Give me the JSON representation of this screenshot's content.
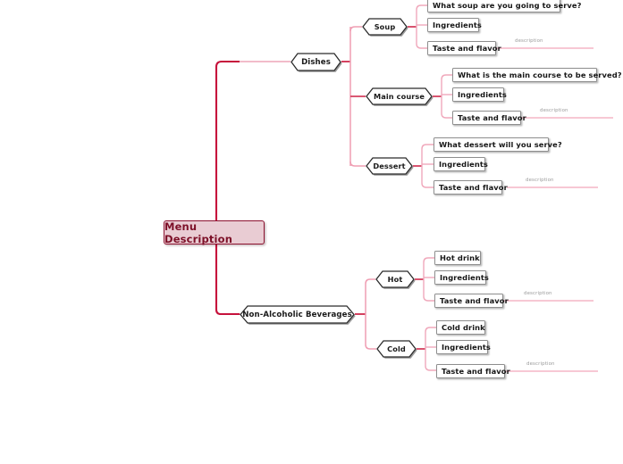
{
  "diagram": {
    "title": "Menu Description",
    "type": "mind-map",
    "colors": {
      "root_fill": "#e9ccd3",
      "root_border": "#8d1230",
      "root_text": "#7d1028",
      "trunk_line": "#c6123c",
      "branch_line": "#e98ba3",
      "sub_branch_line": "#f0a8bb",
      "node_border": "#333333",
      "leaf_border": "#8e8e8e",
      "description_text": "#9a9a9a"
    },
    "root": {
      "label": "Menu Description"
    },
    "branches": [
      {
        "id": "dishes",
        "label": "Dishes",
        "children": [
          {
            "id": "soup",
            "label": "Soup",
            "leaves": [
              {
                "label": "What soup are you going to serve?",
                "description": null
              },
              {
                "label": "Ingredients",
                "description": null
              },
              {
                "label": "Taste and flavor",
                "description": "description"
              }
            ]
          },
          {
            "id": "main-course",
            "label": "Main course",
            "leaves": [
              {
                "label": "What is the main course to be served?",
                "description": null
              },
              {
                "label": "Ingredients",
                "description": null
              },
              {
                "label": "Taste and flavor",
                "description": "description"
              }
            ]
          },
          {
            "id": "dessert",
            "label": "Dessert",
            "leaves": [
              {
                "label": "What dessert will you serve?",
                "description": null
              },
              {
                "label": "Ingredients",
                "description": null
              },
              {
                "label": "Taste and flavor",
                "description": "description"
              }
            ]
          }
        ]
      },
      {
        "id": "non-alcoholic-beverages",
        "label": "Non-Alcoholic Beverages",
        "children": [
          {
            "id": "hot",
            "label": "Hot",
            "leaves": [
              {
                "label": "Hot drink",
                "description": null
              },
              {
                "label": "Ingredients",
                "description": null
              },
              {
                "label": "Taste and flavor",
                "description": "description"
              }
            ]
          },
          {
            "id": "cold",
            "label": "Cold",
            "leaves": [
              {
                "label": "Cold drink",
                "description": null
              },
              {
                "label": "Ingredients",
                "description": null
              },
              {
                "label": "Taste and flavor",
                "description": "description"
              }
            ]
          }
        ]
      }
    ]
  }
}
